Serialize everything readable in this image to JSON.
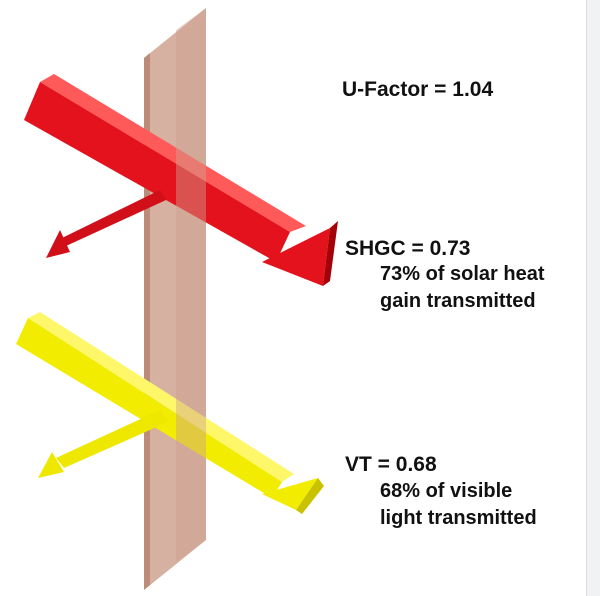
{
  "colors": {
    "glass": "#cfa28f",
    "solar_arrow": "#e3121c",
    "visible_arrow": "#f2ec00"
  },
  "labels": {
    "u_factor": "U-Factor = 1.04",
    "shgc": "SHGC = 0.73",
    "shgc_desc_line1": "73% of solar heat",
    "shgc_desc_line2": "gain transmitted",
    "vt": "VT = 0.68",
    "vt_desc_line1": "68% of visible",
    "vt_desc_line2": "light transmitted"
  }
}
